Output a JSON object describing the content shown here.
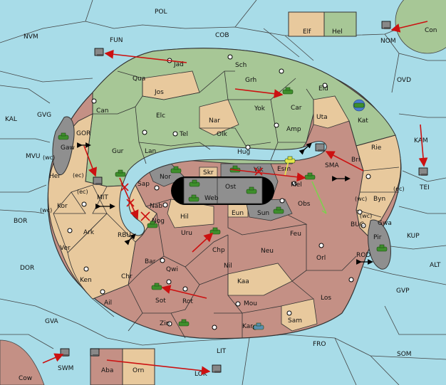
{
  "colors": {
    "sea": "#a8dce8",
    "green": "#a7c796",
    "tan": "#e8c99d",
    "red": "#c49085",
    "grey": "#8f8f8f",
    "black": "#000000",
    "arrow": "#cc1111",
    "support": "#7fcf4f",
    "convoy": "#e6e64a"
  },
  "regions": {
    "sea": [
      "POL",
      "NVM",
      "FUN",
      "COB",
      "NOM",
      "Con",
      "OVD",
      "KAL",
      "GVG",
      "GOR",
      "MVU",
      "BOR",
      "MIT",
      "DOR",
      "RBU",
      "KAM",
      "TEI",
      "KUP",
      "ALT",
      "BUC",
      "ROD",
      "GVP",
      "GVA",
      "FRO",
      "SOM",
      "LIT",
      "SWM",
      "LOK"
    ],
    "land": [
      "Elf",
      "Hel",
      "Jad",
      "Sch",
      "Qua",
      "Grh",
      "Jos",
      "Can",
      "Eld",
      "Car",
      "Yok",
      "Elc",
      "Nar",
      "Uta",
      "Amp",
      "Kat",
      "Tel",
      "Olk",
      "Gur",
      "Lan",
      "Hug",
      "Gaw",
      "Her",
      "Bri",
      "Rie",
      "SMA",
      "Esm",
      "Vik",
      "Nor",
      "Skr",
      "Ost",
      "Mel",
      "Sap",
      "Web",
      "Kor",
      "Byn",
      "Nab",
      "Eun",
      "Hil",
      "Sun",
      "Obs",
      "Gwa",
      "Pir",
      "Nog",
      "Ark",
      "Uru",
      "Feu",
      "Ver",
      "Bar",
      "Chp",
      "Neu",
      "Qwi",
      "Orl",
      "Nil",
      "Ken",
      "Chr",
      "Kaa",
      "Sot",
      "Rot",
      "Mou",
      "Los",
      "Ail",
      "Zin",
      "Kar",
      "Sam",
      "Cow",
      "Aba",
      "Orn"
    ]
  },
  "coast_marks": [
    "(wc)",
    "(ec)",
    "(ec)",
    "(wc)",
    "(wc)",
    "(ec)",
    "(wc)"
  ]
}
